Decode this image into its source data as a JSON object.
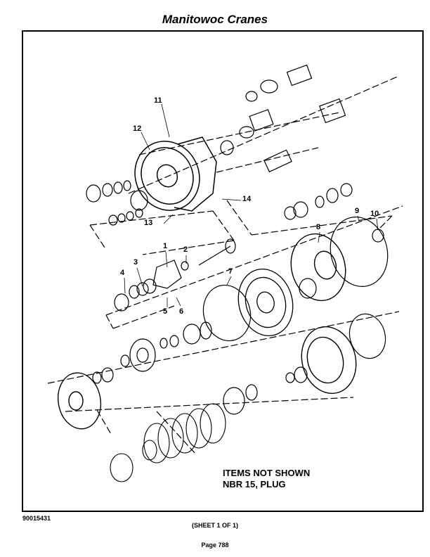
{
  "header": {
    "title": "Manitowoc Cranes"
  },
  "callouts": [
    "1",
    "2",
    "3",
    "4",
    "5",
    "6",
    "7",
    "8",
    "9",
    "10",
    "11",
    "12",
    "13",
    "14"
  ],
  "note": {
    "line1": "ITEMS NOT SHOWN",
    "line2": "NBR 15, PLUG"
  },
  "footer": {
    "drawing_number": "90015431",
    "sheet": "(SHEET 1 OF 1)",
    "page": "Page 788"
  }
}
